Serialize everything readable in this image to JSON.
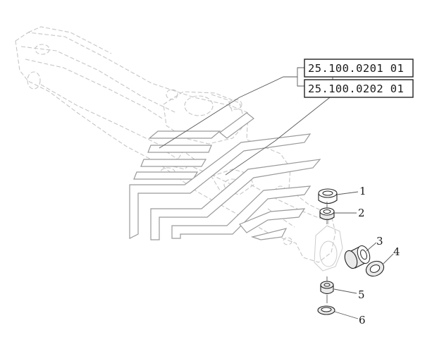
{
  "references": [
    {
      "code": "25.100.0201 01"
    },
    {
      "code": "25.100.0202 01"
    }
  ],
  "callouts": [
    {
      "number": "1",
      "part": "bushing"
    },
    {
      "number": "2",
      "part": "bushing"
    },
    {
      "number": "3",
      "part": "bushing"
    },
    {
      "number": "4",
      "part": "thrust-washer"
    },
    {
      "number": "5",
      "part": "bushing"
    },
    {
      "number": "6",
      "part": "ring"
    }
  ],
  "colors": {
    "ghost_line": "#c6c6c6",
    "part_line": "#222222",
    "reference_box": "#222222"
  }
}
